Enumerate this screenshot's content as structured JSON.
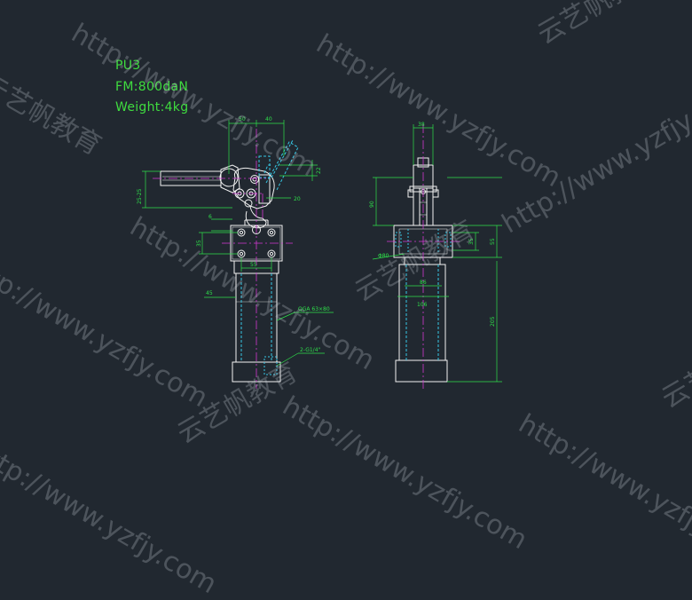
{
  "drawing": {
    "info": [
      "PU3",
      "FM:800daN",
      "Weight:4kg"
    ],
    "front_view": {
      "dims": [
        "50",
        "40",
        "22",
        "20",
        "6",
        "35",
        "55",
        "45",
        "25-25"
      ],
      "callouts": [
        "QGA 63×80",
        "2-G1/4\""
      ]
    },
    "side_view": {
      "dims": [
        "38",
        "90",
        "35",
        "55",
        "Φ80",
        "86",
        "106",
        "205"
      ]
    }
  },
  "watermarks": [
    "http://www.yzfjy.com",
    "云艺帆教育"
  ],
  "colors": {
    "background": "#212830",
    "outline": "#f2f2f2",
    "dimension": "#2ee04a",
    "centerline": "#d23ad2",
    "hidden": "#36c8e6",
    "text": "#3fdc3f"
  }
}
